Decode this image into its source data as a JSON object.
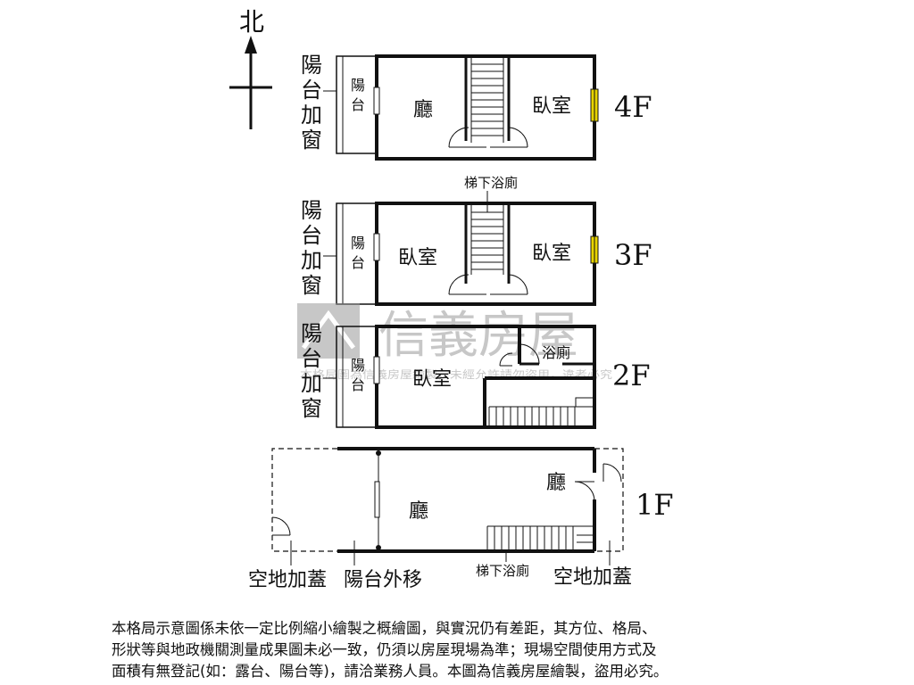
{
  "compass": {
    "north_label": "北"
  },
  "floors": {
    "f4": {
      "label": "4F",
      "balcony_side_label": [
        "陽",
        "台",
        "加",
        "窗"
      ],
      "balcony_label": [
        "陽",
        "台"
      ],
      "room_living": "廳",
      "room_bedroom": "臥室"
    },
    "f3": {
      "label": "3F",
      "balcony_side_label": [
        "陽",
        "台",
        "加",
        "窗"
      ],
      "balcony_label": [
        "陽",
        "台"
      ],
      "room_bedroom_left": "臥室",
      "room_bedroom_right": "臥室",
      "under_stair_bath": "梯下浴廁"
    },
    "f2": {
      "label": "2F",
      "balcony_side_label": [
        "陽",
        "台",
        "加",
        "窗"
      ],
      "balcony_label": [
        "陽",
        "台"
      ],
      "room_bedroom": "臥室",
      "room_bath": "浴廁"
    },
    "f1": {
      "label": "1F",
      "room_living_main": "廳",
      "room_living_right": "廳",
      "left_note": "空地加蓋",
      "balcony_note": "陽台外移",
      "under_stair_bath": "梯下浴廁",
      "right_note": "空地加蓋"
    }
  },
  "watermark": {
    "brand": "信義房屋",
    "line": "本格局圖為信義房屋繪製，未經允許請勿盜用，違者必究"
  },
  "disclaimer": [
    "本格局示意圖係未依一定比例縮小繪製之概繪圖，與實況仍有差距，其方位、格局、",
    "形狀等與地政機關測量成果圖未必一致，仍須以房屋現場為準；現場空間使用方式及",
    "面積有無登記(如：露台、陽台等)，請洽業務人員。本圖為信義房屋繪製，盜用必究。"
  ],
  "colors": {
    "wall": "#111111",
    "window": "#e8d400",
    "watermark": "#9a9a9a"
  }
}
